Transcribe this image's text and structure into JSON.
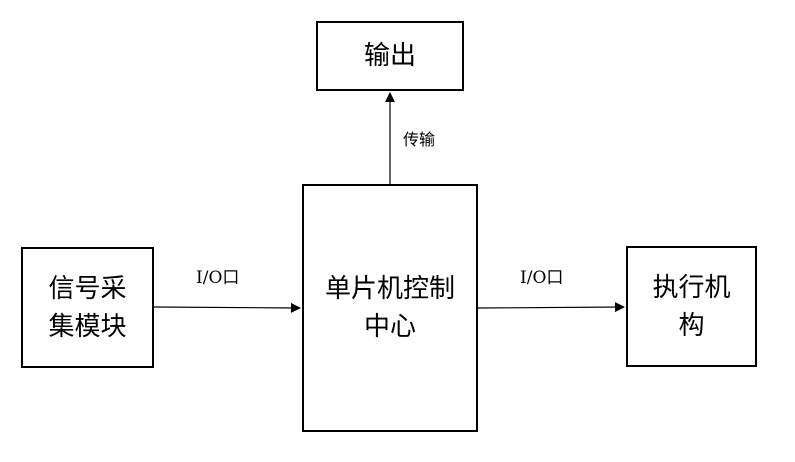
{
  "nodes": {
    "output": "输出",
    "signal": "信号采\n集模块",
    "mcu": "单片机控制\n中心",
    "actuator": "执行机\n构"
  },
  "edges": {
    "signal_to_mcu": "I/O口",
    "mcu_to_actuator": "I/O口",
    "mcu_to_output": "传输"
  }
}
